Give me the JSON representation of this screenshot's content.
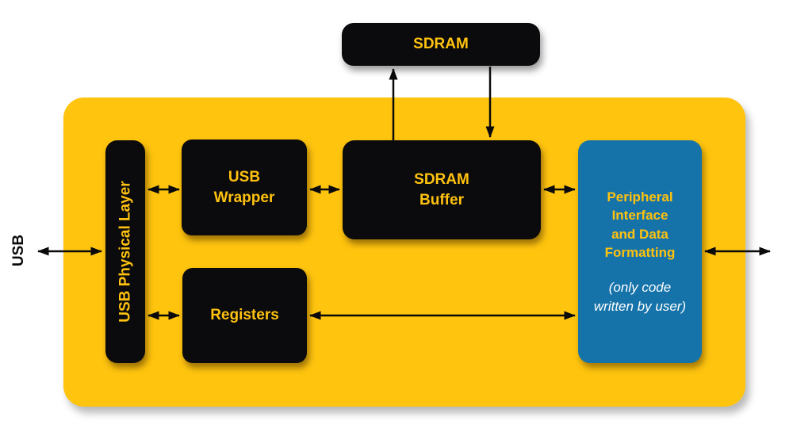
{
  "diagram": {
    "type": "block-diagram",
    "description": "USB device architecture block diagram",
    "colors": {
      "board_yellow": "#FEC40E",
      "block_black": "#0b0b0d",
      "block_label_yellow": "#FFC20E",
      "peripheral_blue": "#1673A9",
      "subtitle_white": "#ffffff",
      "arrow_black": "#0a0a0a",
      "page_background": "#ffffff"
    },
    "external_label": "USB",
    "blocks": {
      "sdram": {
        "label": "SDRAM"
      },
      "usb_physical_layer": {
        "label": "USB Physical Layer"
      },
      "usb_wrapper": {
        "label": "USB\nWrapper"
      },
      "sdram_buffer": {
        "label": "SDRAM\nBuffer"
      },
      "registers": {
        "label": "Registers"
      },
      "peripheral": {
        "title": "Peripheral\nInterface\nand Data\nFormatting",
        "subtitle": "(only code\nwritten by user)"
      }
    },
    "connections": [
      {
        "from": "USB (external)",
        "to": "USB Physical Layer",
        "bidirectional": true
      },
      {
        "from": "USB Physical Layer",
        "to": "USB Wrapper",
        "bidirectional": true
      },
      {
        "from": "USB Wrapper",
        "to": "SDRAM Buffer",
        "bidirectional": true
      },
      {
        "from": "SDRAM Buffer",
        "to": "Peripheral Interface and Data Formatting",
        "bidirectional": true
      },
      {
        "from": "USB Physical Layer",
        "to": "Registers",
        "bidirectional": true
      },
      {
        "from": "Registers",
        "to": "Peripheral Interface and Data Formatting",
        "bidirectional": true
      },
      {
        "from": "SDRAM Buffer",
        "to": "SDRAM",
        "bidirectional": false
      },
      {
        "from": "SDRAM",
        "to": "SDRAM Buffer",
        "bidirectional": false
      },
      {
        "from": "Peripheral Interface and Data Formatting",
        "to": "external (right)",
        "bidirectional": true
      }
    ]
  }
}
